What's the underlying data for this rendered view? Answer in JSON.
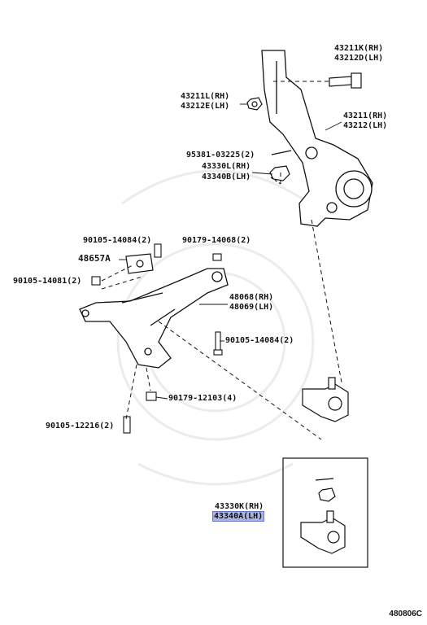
{
  "labels": {
    "p43211k": "43211K(RH)",
    "p43212d": "43212D(LH)",
    "p43211l": "43211L(RH)",
    "p43212e": "43212E(LH)",
    "p43211": "43211(RH)",
    "p43212": "43212(LH)",
    "p95381": "95381-03225(2)",
    "p43330l": "43330L(RH)",
    "p43340b": "43340B(LH)",
    "p90105_14084_top": "90105-14084(2)",
    "p90179_14068": "90179-14068(2)",
    "p48657a": "48657A",
    "p90105_14081": "90105-14081(2)",
    "p48068": "48068(RH)",
    "p48069": "48069(LH)",
    "p90105_14084_mid": "90105-14084(2)",
    "p90179_12103": "90179-12103(4)",
    "p90105_12216": "90105-12216(2)",
    "p43330k": "43330K(RH)",
    "p43340a": "43340A(LH)"
  },
  "footer_code": "480806C"
}
